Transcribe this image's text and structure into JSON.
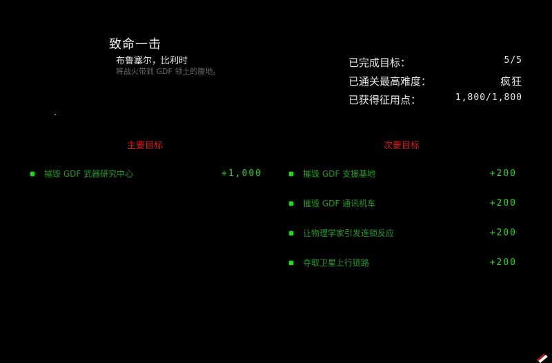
{
  "mission": {
    "title": "致命一击",
    "location": "布鲁塞尔，比利时",
    "description": "将战火带到 GDF 领土的腹地。"
  },
  "stats": [
    {
      "label": "已完成目标：",
      "value": "5/5"
    },
    {
      "label": "已通关最高难度：",
      "value": "疯狂"
    },
    {
      "label": "已获得征用点：",
      "value": "1,800/1,800"
    }
  ],
  "primary": {
    "heading": "主要目标",
    "objectives": [
      {
        "label": "摧毁 GDF 武器研究中心",
        "points": "+1,000"
      }
    ]
  },
  "secondary": {
    "heading": "次要目标",
    "objectives": [
      {
        "label": "摧毁 GDF 支援基地",
        "points": "+200"
      },
      {
        "label": "摧毁 GDF 通讯机车",
        "points": "+200"
      },
      {
        "label": "让物理学家引发连锁反应",
        "points": "+200"
      },
      {
        "label": "夺取卫星上行链路",
        "points": "+200"
      }
    ]
  },
  "colors": {
    "heading_red": "#e01818",
    "objective_green": "#22d622",
    "background": "#000000"
  }
}
